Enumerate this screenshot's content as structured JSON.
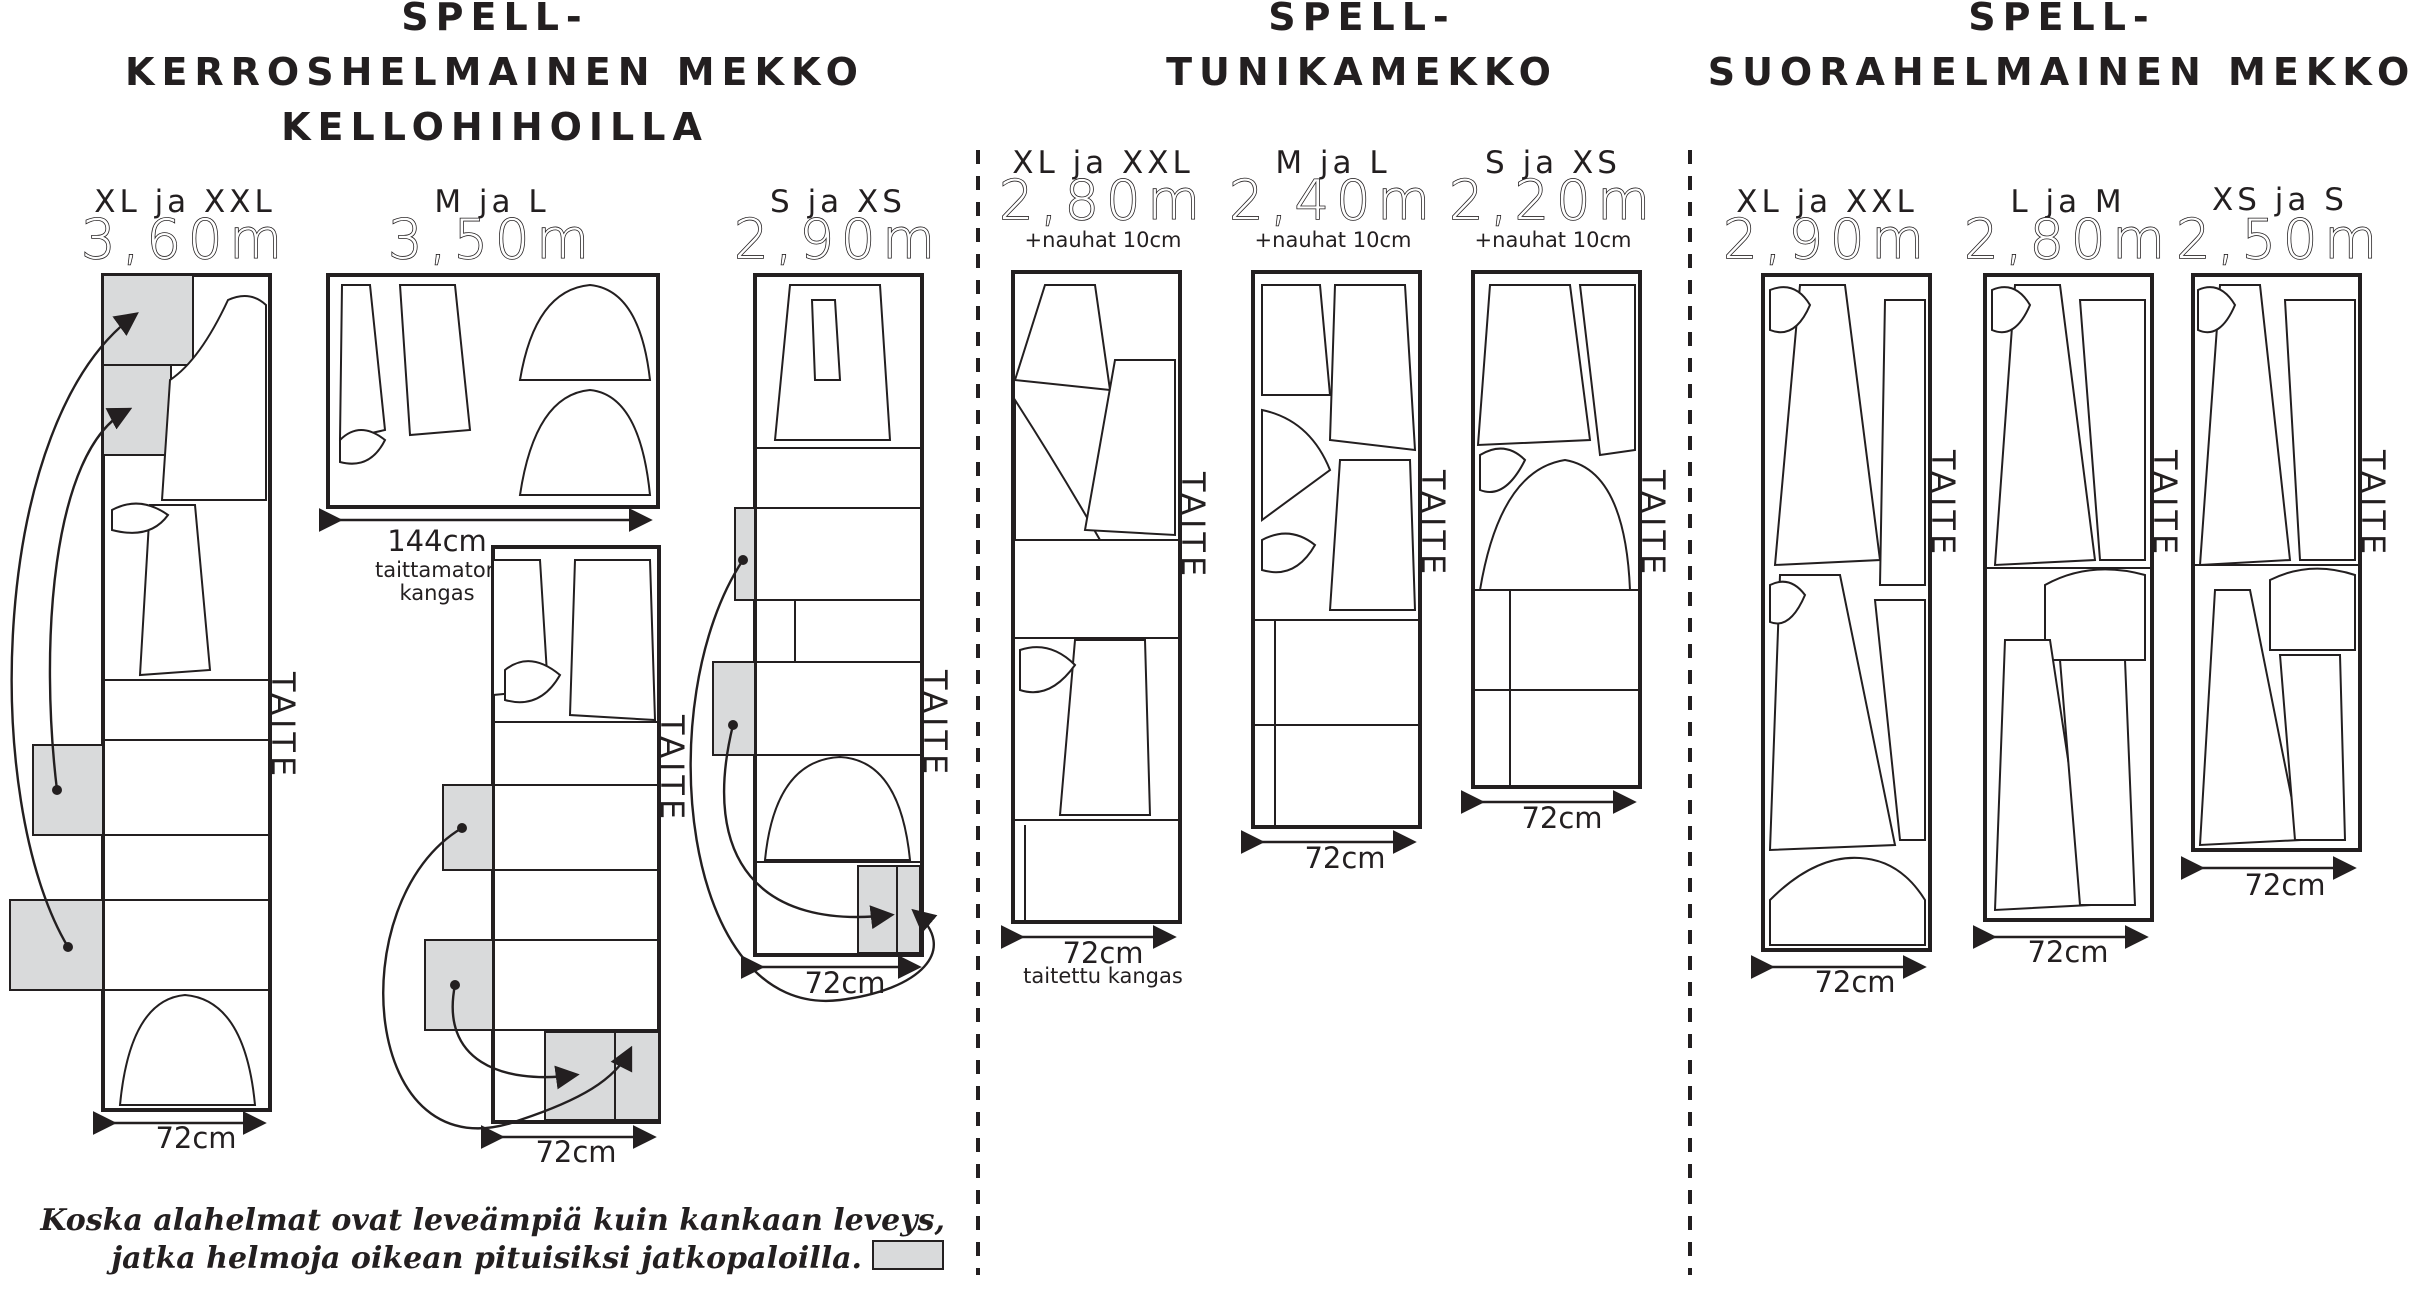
{
  "sections": [
    {
      "title_lines": [
        "SPELL-",
        "KERROSHELMAINEN MEKKO",
        "KELLOHIHOILLA"
      ],
      "sizes": [
        {
          "label": "XL ja XXL",
          "length": "3,60m",
          "width": "72cm"
        },
        {
          "label": "M ja L",
          "length": "3,50m",
          "width_top": "144cm",
          "width_top_note": "taittamaton kangas",
          "width": "72cm"
        },
        {
          "label": "S ja XS",
          "length": "2,90m",
          "width": "72cm"
        }
      ]
    },
    {
      "title_lines": [
        "SPELL-",
        "TUNIKAMEKKO"
      ],
      "sizes": [
        {
          "label": "XL ja XXL",
          "length": "2,80m",
          "extra": "+nauhat 10cm",
          "width": "72cm",
          "width_note": "taitettu kangas"
        },
        {
          "label": "M ja L",
          "length": "2,40m",
          "extra": "+nauhat 10cm",
          "width": "72cm"
        },
        {
          "label": "S ja XS",
          "length": "2,20m",
          "extra": "+nauhat 10cm",
          "width": "72cm"
        }
      ]
    },
    {
      "title_lines": [
        "SPELL-",
        "SUORAHELMAINEN MEKKO"
      ],
      "sizes": [
        {
          "label": "XL ja XXL",
          "length": "2,90m",
          "width": "72cm"
        },
        {
          "label": "L ja M",
          "length": "2,80m",
          "width": "72cm"
        },
        {
          "label": "XS ja S",
          "length": "2,50m",
          "width": "72cm"
        }
      ]
    }
  ],
  "fold_label": "TAITE",
  "note_lines": [
    "Koska alahelmat ovat leveämpiä kuin kankaan leveys,",
    "jatka helmoja oikean pituisiksi jatkopaloilla."
  ],
  "colors": {
    "ink": "#231f20",
    "extension_fill": "#d9dadb",
    "paper": "#ffffff"
  }
}
